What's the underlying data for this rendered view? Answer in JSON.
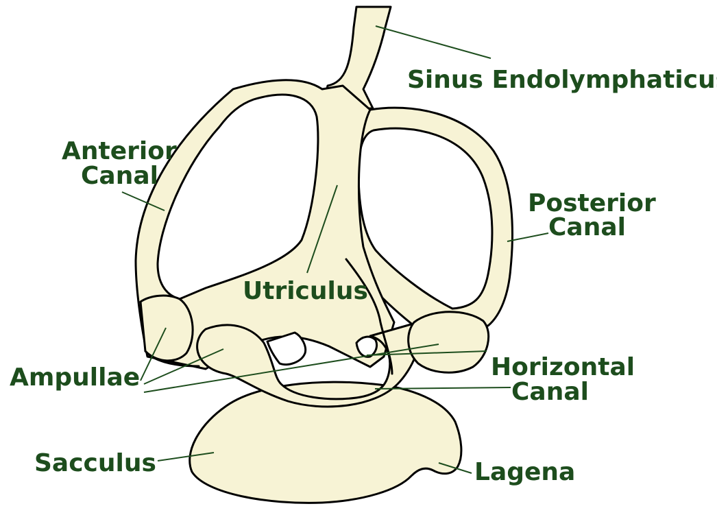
{
  "labels": {
    "sinus_endolymphaticus": "Sinus Endolymphaticus",
    "anterior_canal_line1": "Anterior",
    "anterior_canal_line2": "Canal",
    "posterior_canal_line1": "Posterior",
    "posterior_canal_line2": "Canal",
    "utriculus": "Utriculus",
    "ampullae": "Ampullae",
    "horizontal_canal_line1": "Horizontal",
    "horizontal_canal_line2": "Canal",
    "sacculus": "Sacculus",
    "lagena": "Lagena"
  },
  "colors": {
    "organ_fill": "#f7f3d5",
    "outline": "#000000",
    "label_text": "#1d4d1d",
    "background": "#ffffff"
  }
}
